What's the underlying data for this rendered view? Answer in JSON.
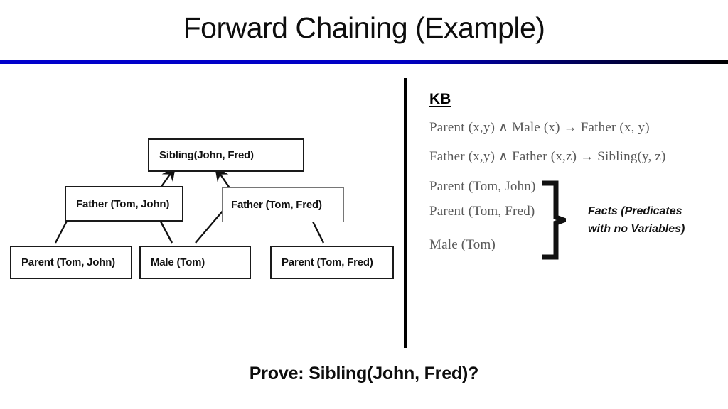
{
  "slide": {
    "title": "Forward Chaining (Example)",
    "prove_line": "Prove: Sibling(John, Fred)?",
    "accent_color": "#0000cc",
    "rule_end_color": "#000000",
    "divider_color": "#000000"
  },
  "diagram": {
    "nodes": {
      "sibling": "Sibling(John, Fred)",
      "father_john": "Father (Tom, John)",
      "father_fred": "Father (Tom, Fred)",
      "parent_john": "Parent (Tom, John)",
      "male_tom": "Male (Tom)",
      "parent_fred": "Parent (Tom, Fred)"
    },
    "edges": [
      {
        "from": "parent_john",
        "to": "father_john"
      },
      {
        "from": "male_tom",
        "to": "father_john"
      },
      {
        "from": "male_tom",
        "to": "father_fred"
      },
      {
        "from": "parent_fred",
        "to": "father_fred"
      },
      {
        "from": "father_john",
        "to": "sibling"
      },
      {
        "from": "father_fred",
        "to": "sibling"
      }
    ]
  },
  "kb": {
    "heading": "KB",
    "rules": [
      "Parent (x,y) ∧ Male (x) → Father (x, y)",
      "Father (x,y) ∧ Father (x,z) → Sibling(y, z)"
    ],
    "facts": [
      "Parent (Tom, John)",
      "Parent (Tom, Fred)",
      "Male (Tom)"
    ],
    "facts_annotation_line1": "Facts (Predicates",
    "facts_annotation_line2": "with no Variables)",
    "text_color": "#595959"
  }
}
